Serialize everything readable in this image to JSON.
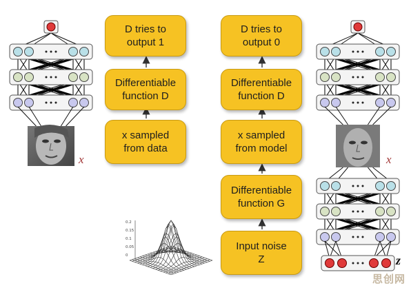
{
  "flow": {
    "data_column": [
      {
        "id": "d_tries_1",
        "label": "D tries to\noutput 1"
      },
      {
        "id": "diff_d_left",
        "label": "Differentiable\nfunction D"
      },
      {
        "id": "x_from_data",
        "label": "x sampled\nfrom data"
      }
    ],
    "model_column": [
      {
        "id": "d_tries_0",
        "label": "D tries to\noutput 0"
      },
      {
        "id": "diff_d_right",
        "label": "Differentiable\nfunction D"
      },
      {
        "id": "x_from_model",
        "label": "x sampled\nfrom model"
      },
      {
        "id": "diff_g",
        "label": "Differentiable\nfunction G"
      },
      {
        "id": "input_noise",
        "label": "Input noise\nZ"
      }
    ]
  },
  "labels": {
    "x_left": "x",
    "x_right": "x",
    "z": "z"
  },
  "plot": {
    "ticks": [
      "0.2",
      "0.15",
      "0.1",
      "0.05",
      "0"
    ]
  },
  "watermark": "思创网",
  "colors": {
    "box_fill": "#f6c223",
    "output_node": "#e03a3a",
    "hidden_top": "#b9e0e8",
    "hidden_mid": "#d8e3c4",
    "hidden_bottom": "#c8c8ee",
    "noise_node": "#e03a3a"
  }
}
